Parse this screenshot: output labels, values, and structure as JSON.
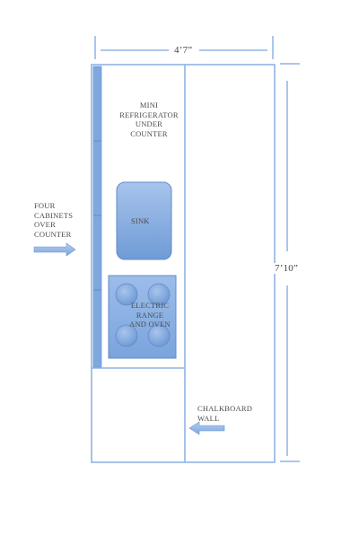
{
  "plan": {
    "width_dimension": "4’7”",
    "length_dimension": "7’10”",
    "fridge_label": "MINI\nREFRIGERATOR\nUNDER\nCOUNTER",
    "cabinets_label": "FOUR\nCABINETS\nOVER\nCOUNTER",
    "sink_label": "SINK",
    "range_label": "ELECTRIC\nRANGE\nAND OVEN",
    "chalkboard_label": "CHALKBOARD\nWALL"
  },
  "colors": {
    "wall": "#8fb4e3",
    "fixture_fill": "#7ea7dd",
    "fixture_light": "#a9c6ec",
    "line": "#7aa3d6",
    "text": "#4a4a4a"
  }
}
